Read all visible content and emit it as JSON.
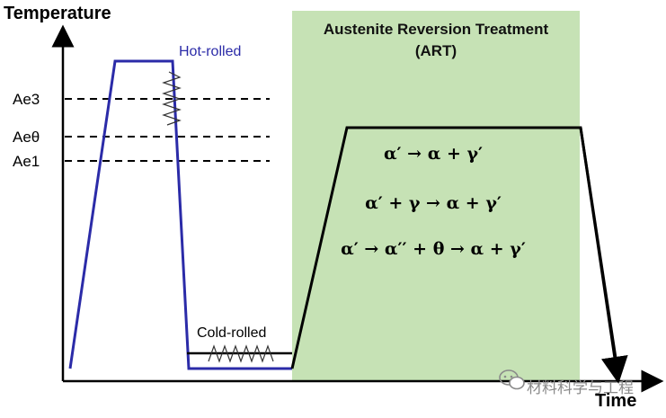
{
  "axes": {
    "y_label": "Temperature",
    "x_label": "Time"
  },
  "levels": [
    {
      "id": "ae3",
      "label": "Ae3"
    },
    {
      "id": "aetheta",
      "label": "Aeθ"
    },
    {
      "id": "ae1",
      "label": "Ae1"
    }
  ],
  "regions": {
    "art": {
      "title_line1": "Austenite Reversion Treatment",
      "title_line2": "(ART)",
      "fill_color": "#c6e2b5"
    }
  },
  "processes": {
    "hot_rolled": {
      "label": "Hot-rolled",
      "color": "#2b2ba8"
    },
    "cold_rolled": {
      "label": "Cold-rolled",
      "color": "#000000"
    }
  },
  "reactions": [
    "α′ → α + γ′",
    "α′ + γ → α + γ′",
    "α′ → α′′ + θ → α + γ′"
  ],
  "watermark": {
    "text": "材料科学与工程",
    "icon": "wechat-icon"
  }
}
